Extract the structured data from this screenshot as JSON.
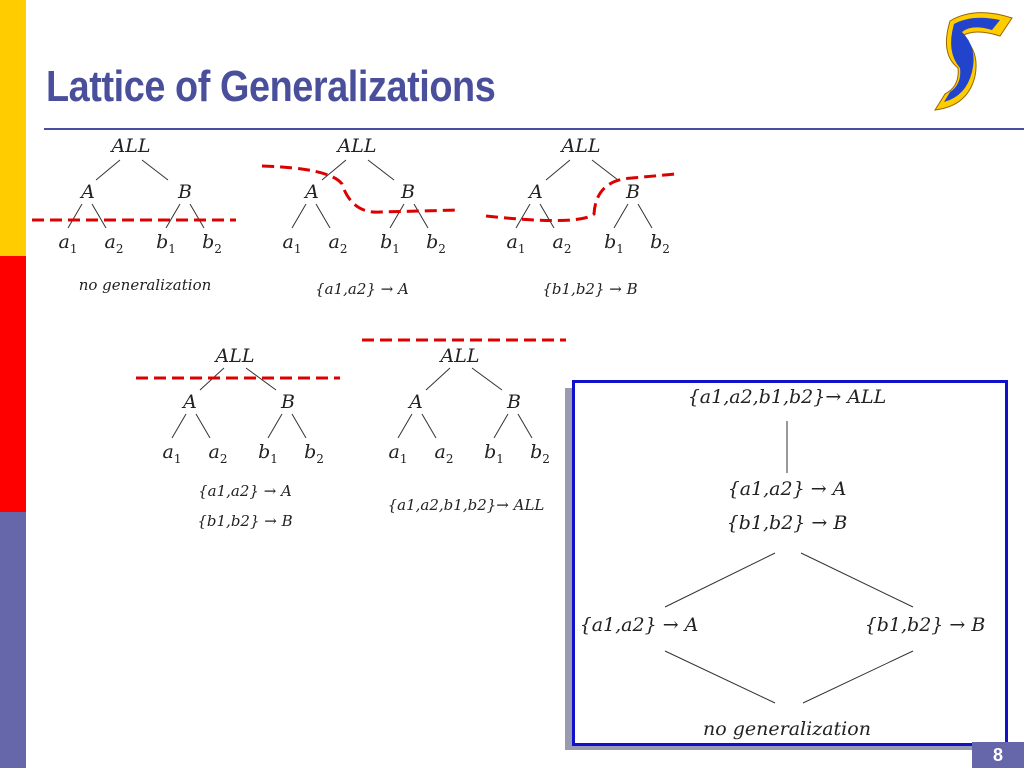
{
  "slide": {
    "title": "Lattice of Generalizations",
    "page_number": "8",
    "colors": {
      "title": "#4a4f9c",
      "cut_line": "#dd0000",
      "panel_border": "#1111cc"
    }
  },
  "tree": {
    "root": "ALL",
    "nodes": [
      "A",
      "B"
    ],
    "leaves": [
      {
        "base": "a",
        "sub": "1"
      },
      {
        "base": "a",
        "sub": "2"
      },
      {
        "base": "b",
        "sub": "1"
      },
      {
        "base": "b",
        "sub": "2"
      }
    ]
  },
  "captions": {
    "no_generalization": "no generalization",
    "a_to_A": "{a1,a2} → A",
    "b_to_B": "{b1,b2} → B",
    "all_to_ALL": "{a1,a2,b1,b2}→ ALL"
  },
  "lattice": {
    "top": "{a1,a2,b1,b2}→ ALL",
    "middle": [
      "{a1,a2} → A",
      "{b1,b2} → B"
    ],
    "left": "{a1,a2} → A",
    "right": "{b1,b2} → B",
    "bottom": "no generalization"
  }
}
